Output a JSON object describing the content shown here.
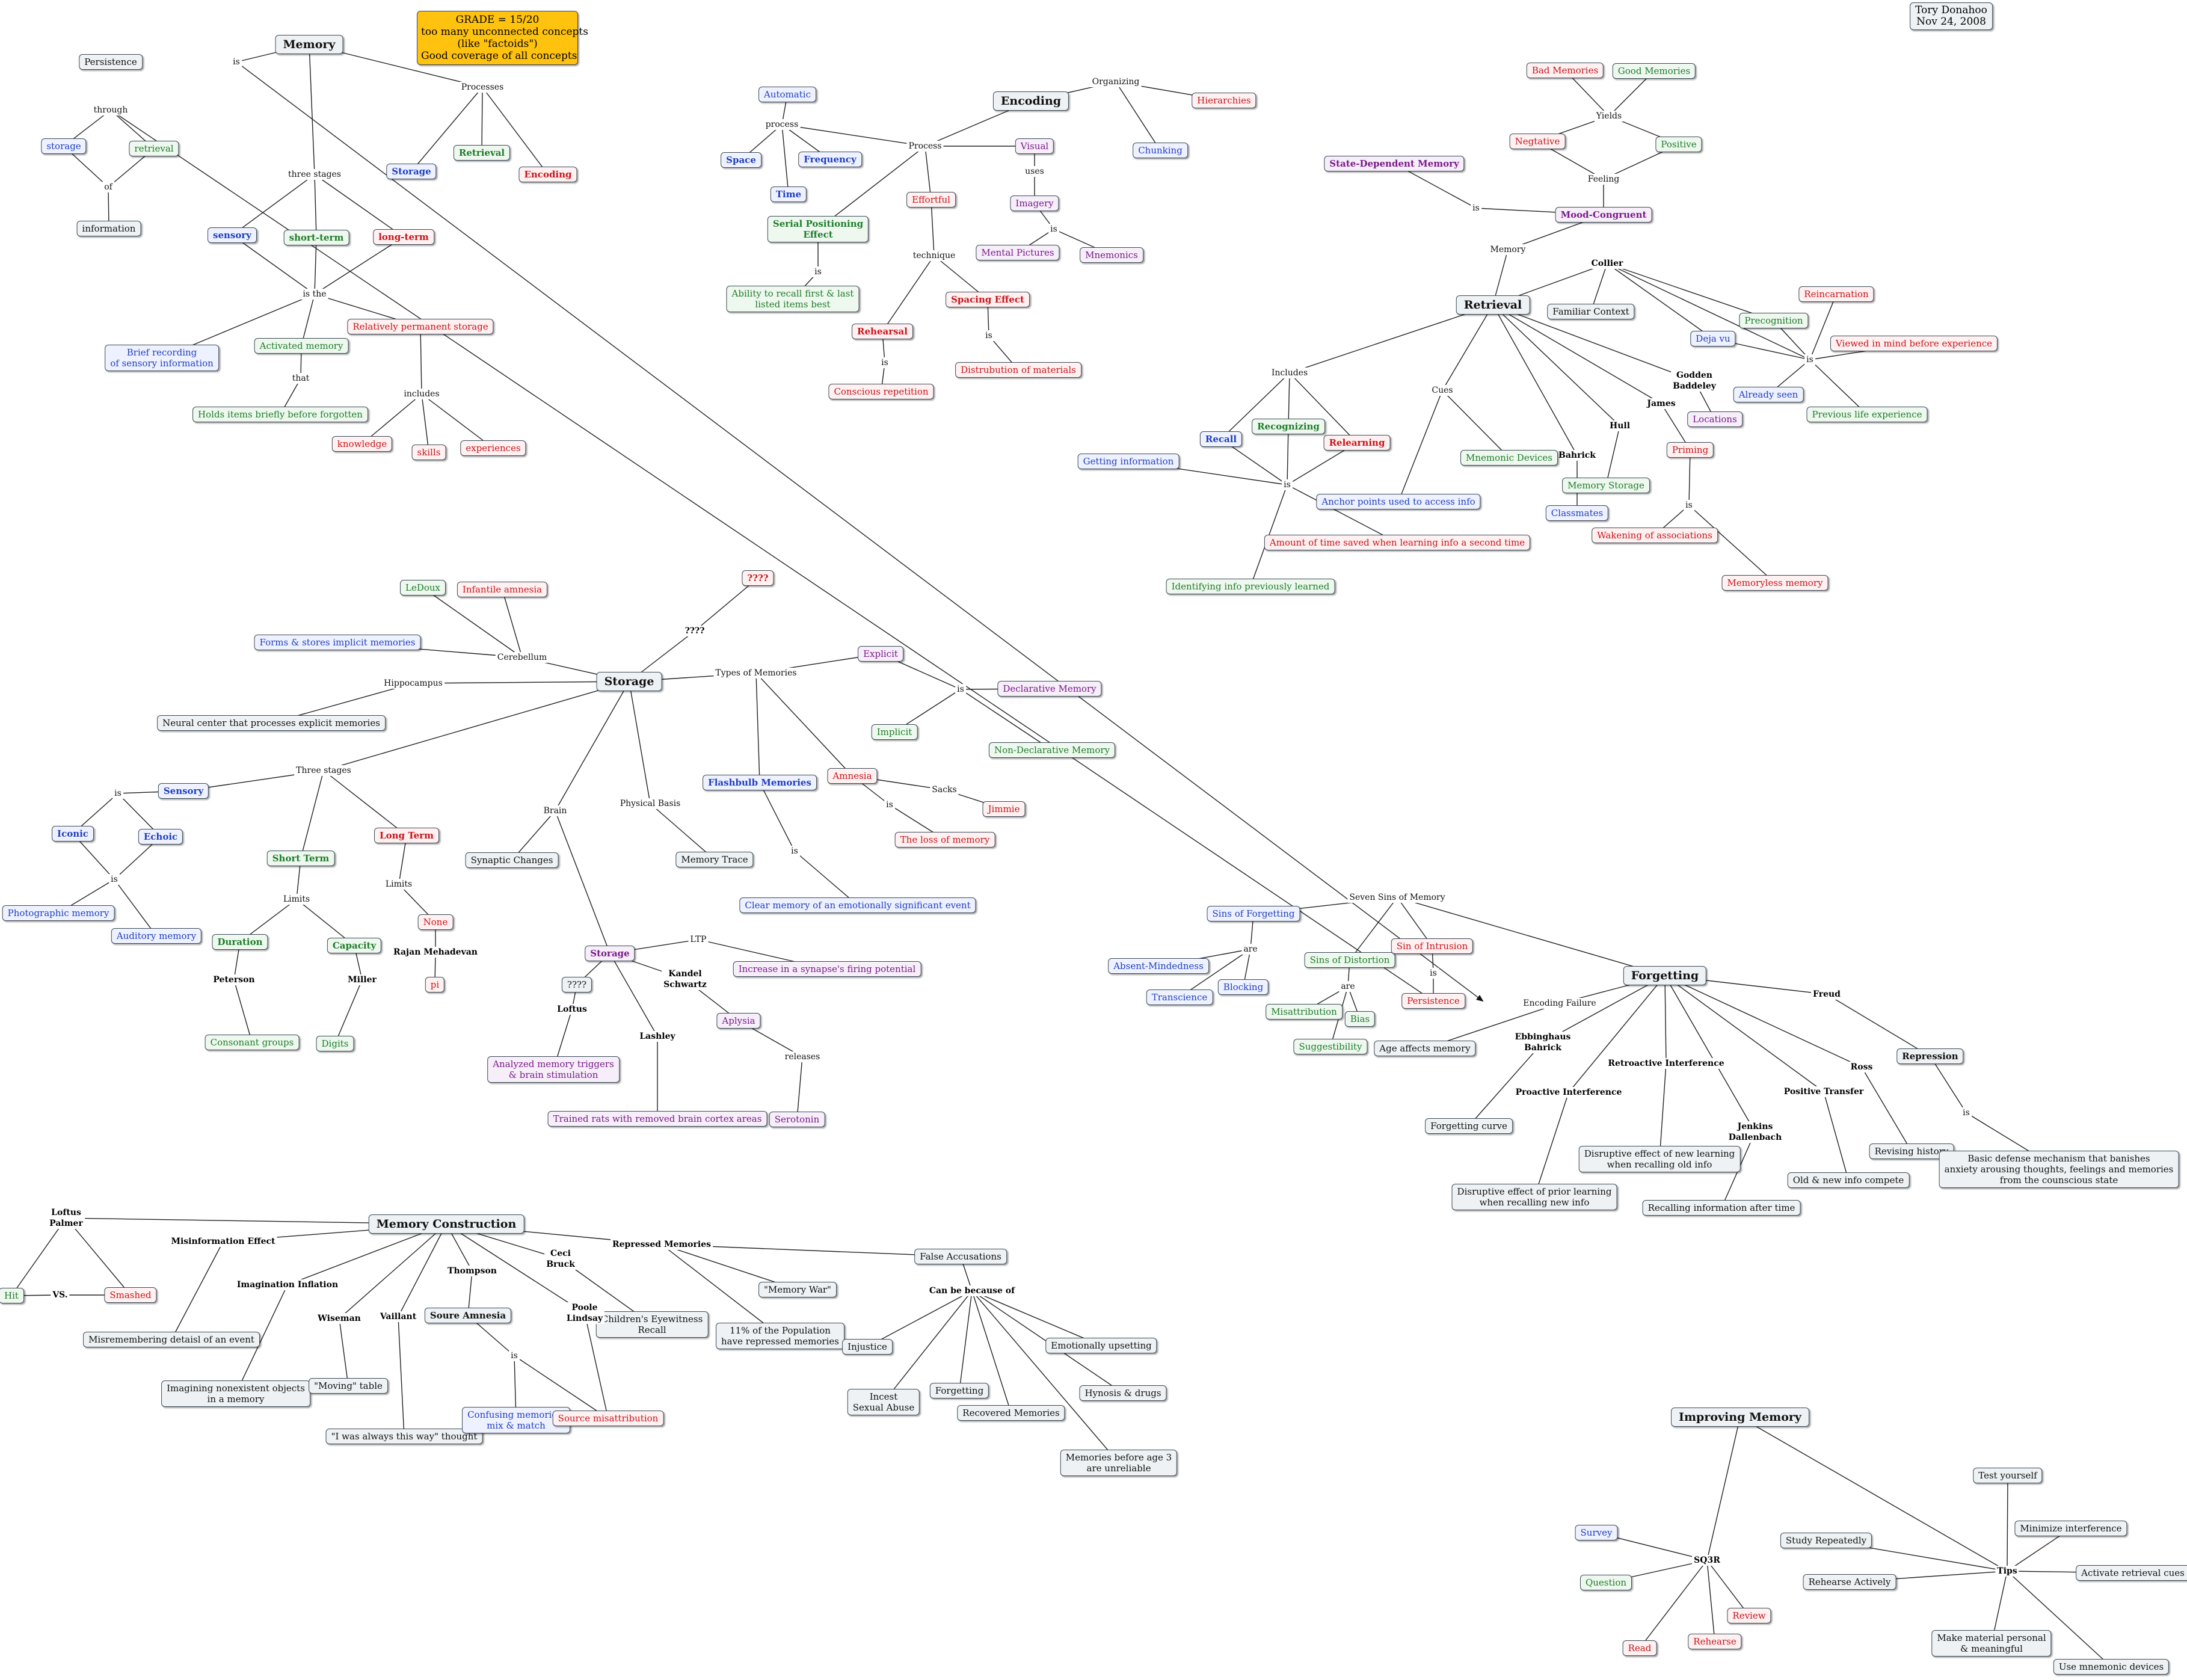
{
  "header": {
    "author": "Tory Donahoo",
    "date": "Nov 24, 2008"
  },
  "grade": {
    "line1": "GRADE = 15/20",
    "line2": "too many unconnected concepts",
    "line3": "(like \"factoids\")",
    "line4": "Good coverage of all concepts"
  },
  "nodes": {
    "memory": "Memory",
    "m_is": "is",
    "persistence": "Persistence",
    "through": "through",
    "storage_sm": "storage",
    "retrieval_sm": "retrieval",
    "of": "of",
    "information": "information",
    "processes": "Processes",
    "storage_proc": "Storage",
    "retrieval_proc": "Retrieval",
    "encoding_proc": "Encoding",
    "three_stages": "three stages",
    "sensory": "sensory",
    "short_term": "short-term",
    "long_term": "long-term",
    "is_the": "is the",
    "brief_recording": "Brief recording\nof sensory information",
    "activated_memory": "Activated memory",
    "rel_perm": "Relatively permanent storage",
    "that": "that",
    "holds_items": "Holds items briefly before forgotten",
    "includes": "includes",
    "knowledge": "knowledge",
    "skills": "skills",
    "experiences": "experiences",
    "encoding": "Encoding",
    "organizing": "Organizing",
    "hierarchies": "Hierarchies",
    "chunking": "Chunking",
    "automatic": "Automatic",
    "process_lc": "process",
    "space": "Space",
    "time": "Time",
    "frequency": "Frequency",
    "process_cap": "Process",
    "visual": "Visual",
    "uses": "uses",
    "imagery": "Imagery",
    "enc_is": "is",
    "mental_pictures": "Mental Pictures",
    "mnemonics": "Mnemonics",
    "serial_pos": "Serial Positioning\nEffect",
    "sp_is": "is",
    "ability_recall": "Ability to recall first & last\nlisted items best",
    "effortful": "Effortful",
    "technique": "technique",
    "rehearsal": "Rehearsal",
    "reh_is": "is",
    "conscious_rep": "Conscious repetition",
    "spacing": "Spacing Effect",
    "spc_is": "is",
    "distrubution": "Distrubution of materials",
    "bad_memories": "Bad Memories",
    "good_memories": "Good Memories",
    "yields": "Yields",
    "negative": "Negtative",
    "positive": "Positive",
    "feeling": "Feeling",
    "state_dep": "State-Dependent Memory",
    "sd_is": "is",
    "mood_cong": "Mood-Congruent",
    "memory_lbl": "Memory",
    "retrieval": "Retrieval",
    "collier": "Collier",
    "familiar_ctx": "Familiar Context",
    "precognition": "Precognition",
    "reincarnation": "Reincarnation",
    "deja_vu": "Deja vu",
    "rt_is": "is",
    "viewed_mind": "Viewed in mind before experience",
    "already_seen": "Already seen",
    "prev_life": "Previous life experience",
    "godden": "Godden\nBaddeley",
    "locations": "Locations",
    "james": "James",
    "priming": "Priming",
    "includes_r": "Includes",
    "cues": "Cues",
    "recall": "Recall",
    "recognizing": "Recognizing",
    "relearning": "Relearning",
    "hull": "Hull",
    "bahrick": "Bahrick",
    "getting_info": "Getting information",
    "inc_is": "is",
    "mnemonic_devices": "Mnemonic Devices",
    "memory_storage": "Memory Storage",
    "anchor_points": "Anchor points used to access info",
    "classmates": "Classmates",
    "pr_is": "is",
    "amount_time": "Amount of time saved when learning info a second time",
    "wakening": "Wakening of associations",
    "identifying": "Identifying info previously learned",
    "memoryless": "Memoryless memory",
    "storage": "Storage",
    "qqqq_box": "????",
    "qqqq_lbl": "????",
    "ledoux": "LeDoux",
    "infantile": "Infantile amnesia",
    "forms_stores": "Forms & stores implicit memories",
    "cerebellum": "Cerebellum",
    "hippocampus": "Hippocampus",
    "neural_center": "Neural center that processes explicit memories",
    "types_mem": "Types of Memories",
    "explicit": "Explicit",
    "tm_is": "is",
    "declarative": "Declarative Memory",
    "implicit": "Implicit",
    "non_decl": "Non-Declarative Memory",
    "three_stages2": "Three stages",
    "s_is": "is",
    "sensory2": "Sensory",
    "iconic": "Iconic",
    "echoic": "Echoic",
    "ie_is": "is",
    "photographic": "Photographic memory",
    "auditory": "Auditory memory",
    "short_term2": "Short Term",
    "long_term2": "Long Term",
    "limits1": "Limits",
    "limits2": "Limits",
    "none": "None",
    "rajan": "Rajan Mehadevan",
    "pi": "pi",
    "duration": "Duration",
    "capacity": "Capacity",
    "peterson": "Peterson",
    "miller": "Miller",
    "consonant": "Consonant groups",
    "digits": "Digits",
    "brain": "Brain",
    "synaptic": "Synaptic Changes",
    "physical_basis": "Physical Basis",
    "memory_trace": "Memory Trace",
    "flashbulb": "Flashbulb Memories",
    "fb_is": "is",
    "clear_memory": "Clear memory of an emotionally significant event",
    "amnesia": "Amnesia",
    "sacks": "Sacks",
    "jimmie": "Jimmie",
    "am_is": "is",
    "loss_memory": "The loss of memory",
    "storage_p": "Storage",
    "ltp": "LTP",
    "increase_synapse": "Increase in a synapse's firing potential",
    "qqqq_small": "????",
    "kandel": "Kandel\nSchwartz",
    "loftus": "Loftus",
    "aplysia": "Aplysia",
    "lashley": "Lashley",
    "releases": "releases",
    "analyzed": "Analyzed memory triggers\n& brain stimulation",
    "serotonin": "Serotonin",
    "trained_rats": "Trained rats with removed brain cortex areas",
    "seven_sins": "Seven Sins of Memory",
    "sins_forget": "Sins of Forgetting",
    "are1": "are",
    "absent_mind": "Absent-Mindedness",
    "transcience": "Transcience",
    "blocking": "Blocking",
    "sins_distortion": "Sins of Distortion",
    "are2": "are",
    "misattribution": "Misattribution",
    "bias": "Bias",
    "suggestibility": "Suggestibility",
    "sins_intrusion": "Sin of Intrusion",
    "si_is": "is",
    "forgetting": "Forgetting",
    "encoding_failure": "Encoding Failure",
    "age_affects": "Age affects memory",
    "ebbinghaus": "Ebbinghaus\nBahrick",
    "forgetting_curve": "Forgetting curve",
    "proactive": "Proactive Interference",
    "disrupt_prior": "Disruptive effect of prior learning\nwhen recalling new info",
    "retroactive": "Retroactive Interference",
    "disrupt_new": "Disruptive effect of new learning\nwhen recalling old info",
    "jenkins": "Jenkins\nDallenbach",
    "recalling_after": "Recalling information after time",
    "positive_transfer": "Positive Transfer",
    "old_new": "Old & new info compete",
    "ross": "Ross",
    "revising": "Revising history",
    "freud": "Freud",
    "repression": "Repression",
    "rep_is": "is",
    "basic_defense": "Basic defense mechanism that banishes\nanxiety arousing thoughts, feelings and memories\nfrom the counscious state",
    "mem_construction": "Memory Construction",
    "loftus_palmer": "Loftus\nPalmer",
    "hit": "Hit",
    "vs": "VS.",
    "smashed": "Smashed",
    "misinfo": "Misinformation Effect",
    "misremembering": "Misremembering detaisl of an event",
    "imagination": "Imagination Inflation",
    "imagining": "Imagining nonexistent objects\nin a memory",
    "wiseman": "Wiseman",
    "moving_table": "\"Moving\" table",
    "vaillant": "Vaillant",
    "always_thought": "\"I was always this way\" thought",
    "thompson": "Thompson",
    "source_amnesia": "Soure Amnesia",
    "sa_is": "is",
    "confusing": "Confusing memories;\nmix & match",
    "ceci": "Ceci\nBruck",
    "childrens": "Children's Eyewitness\nRecall",
    "poole": "Poole\nLindsay",
    "source_misattr": "Source misattribution",
    "repressed": "Repressed Memories",
    "memory_war": "\"Memory War\"",
    "eleven_pct": "11% of the Population\nhave repressed memories",
    "false_acc": "False Accusations",
    "can_be": "Can be because of",
    "injustice": "Injustice",
    "incest": "Incest\nSexual Abuse",
    "forgetting2": "Forgetting",
    "recovered": "Recovered Memories",
    "emotionally": "Emotionally upsetting",
    "hynosis": "Hynosis & drugs",
    "before_age3": "Memories before age 3\nare unreliable",
    "improving": "Improving Memory",
    "sq3r": "SQ3R",
    "survey": "Survey",
    "question": "Question",
    "read": "Read",
    "rehearse": "Rehearse",
    "review": "Review",
    "tips": "Tips",
    "test_yourself": "Test yourself",
    "minimize": "Minimize interference",
    "study_rep": "Study Repeatedly",
    "activate": "Activate retrieval cues",
    "rehearse_act": "Rehearse Actively",
    "make_material": "Make material personal\n& meaningful",
    "use_mnemonic": "Use mnemonic devices"
  },
  "colors": {
    "blue": "#1f3fbf",
    "green": "#1e7d2a",
    "red": "#c7141a",
    "purple": "#7a1a8a",
    "grade_bg": "#ffc20e",
    "box_bg": "#eef2f4",
    "line": "#222222"
  }
}
